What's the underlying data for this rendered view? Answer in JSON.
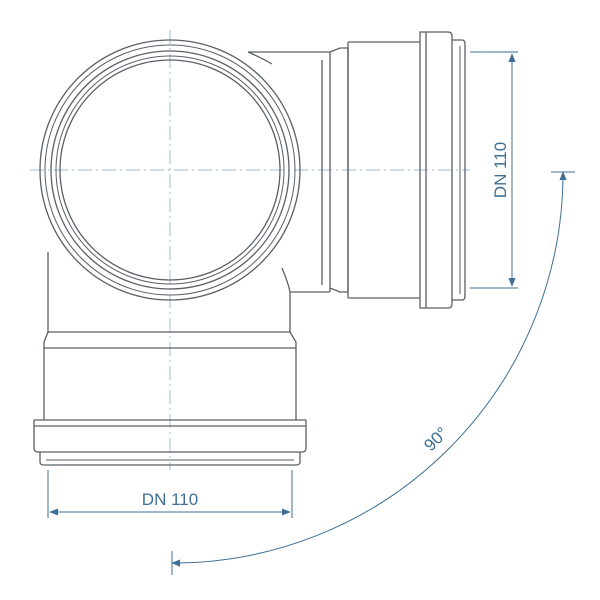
{
  "colors": {
    "outline": "#5a5f66",
    "dimension": "#3f6f96",
    "centerline": "#9fbfd6",
    "background": "#ffffff"
  },
  "dimensions": {
    "bottom_label": "DN 110",
    "right_label": "DN 110",
    "angle_label": "90°"
  }
}
